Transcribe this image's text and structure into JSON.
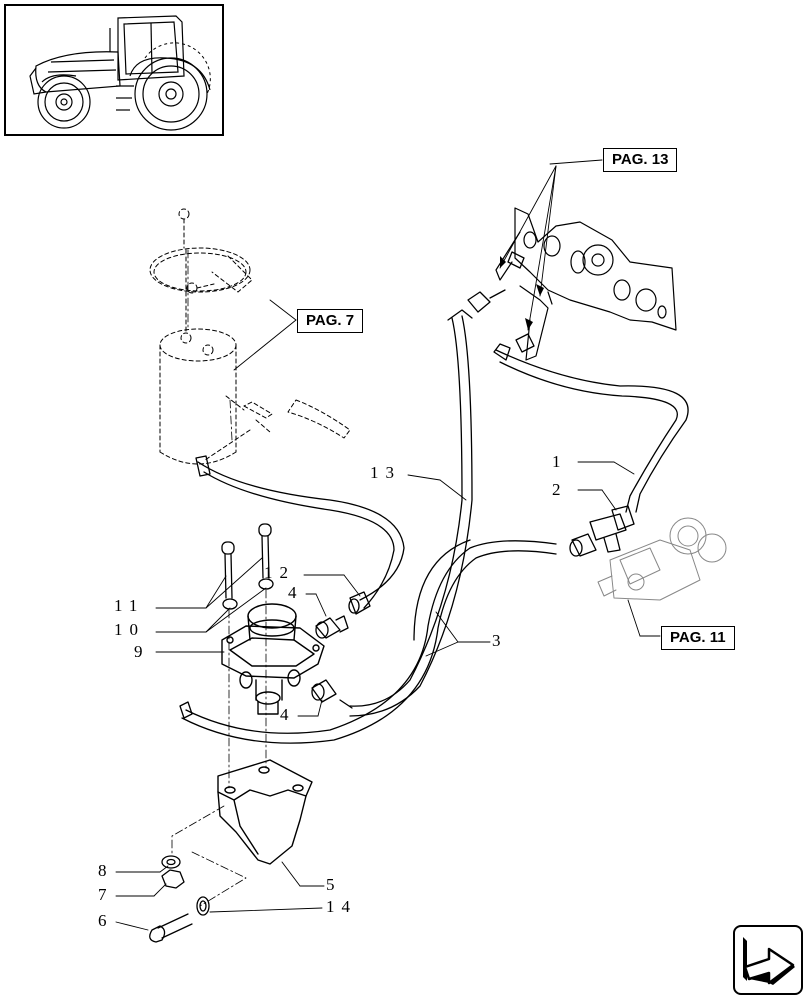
{
  "page_refs": {
    "pag13": "PAG. 13",
    "pag7": "PAG. 7",
    "pag11": "PAG. 11"
  },
  "callouts": {
    "c1": "1",
    "c2": "2",
    "c3": "3",
    "c4a": "4",
    "c4b": "4",
    "c5": "5",
    "c6": "6",
    "c7": "7",
    "c8": "8",
    "c9": "9",
    "c10": "10",
    "c11": "11",
    "c12": "12",
    "c13": "13",
    "c14": "14"
  },
  "icons": {
    "thumbnail": "tractor-icon",
    "navigation": "next-page-arrow-icon"
  }
}
